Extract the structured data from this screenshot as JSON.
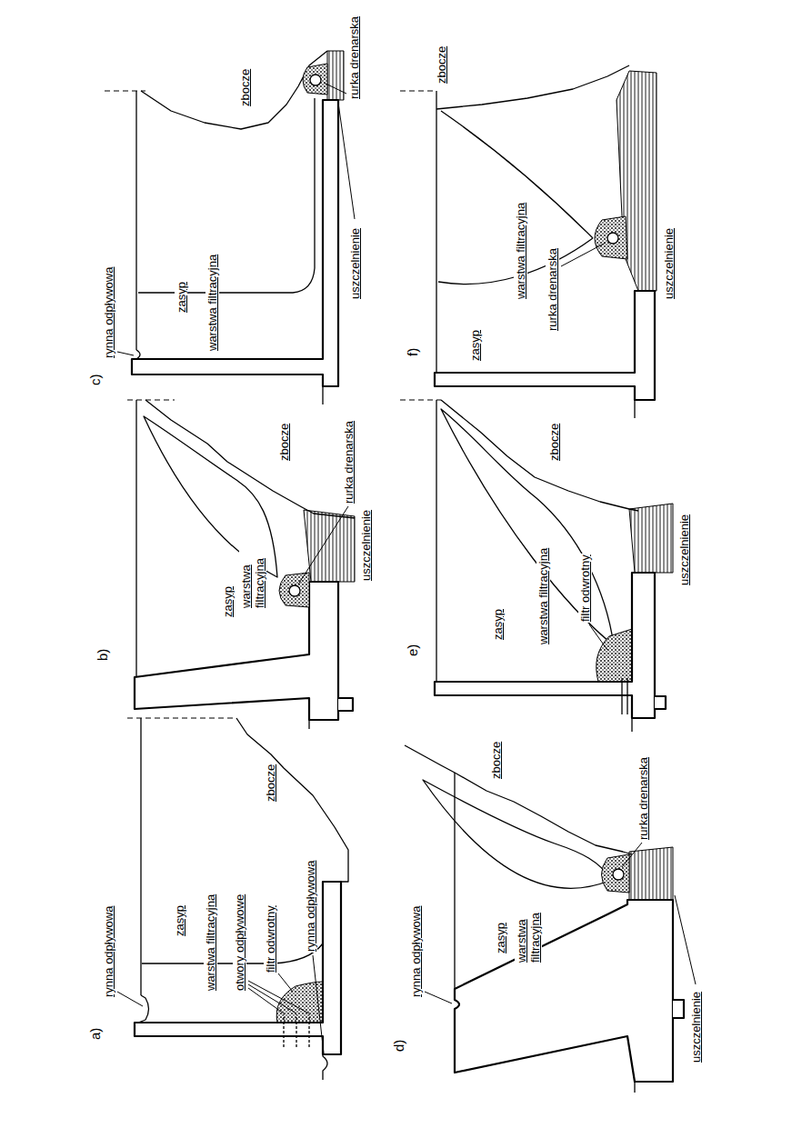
{
  "diagram": {
    "labels": [
      "a)",
      "rynna odpływowa",
      "zasyp",
      "warstwa filtracyjna",
      "otwory odpływowe",
      "filtr odwrotny",
      "rynna odpływowa",
      "zbocze",
      "b)",
      "zasyp",
      "warstwa filtracyjna",
      "zbocze",
      "rurka drenarska",
      "uszczelnienie",
      "c)",
      "rynna odpływowa",
      "zasyp",
      "warstwa filtracyjna",
      "zbocze",
      "rurka drenarska",
      "uszczelnienie",
      "d)",
      "rynna odpływowa",
      "zasyp",
      "warstwa filtracyjna",
      "zbocze",
      "rurka drenarska",
      "uszczelnienie",
      "e)",
      "zasyp",
      "warstwa filtracyjna",
      "filtr odwrotny",
      "zbocze",
      "uszczelnienie",
      "f)",
      "zasyp",
      "warstwa filtracyjna",
      "rurka drenarska",
      "uszczelnienie",
      "zbocze"
    ]
  }
}
